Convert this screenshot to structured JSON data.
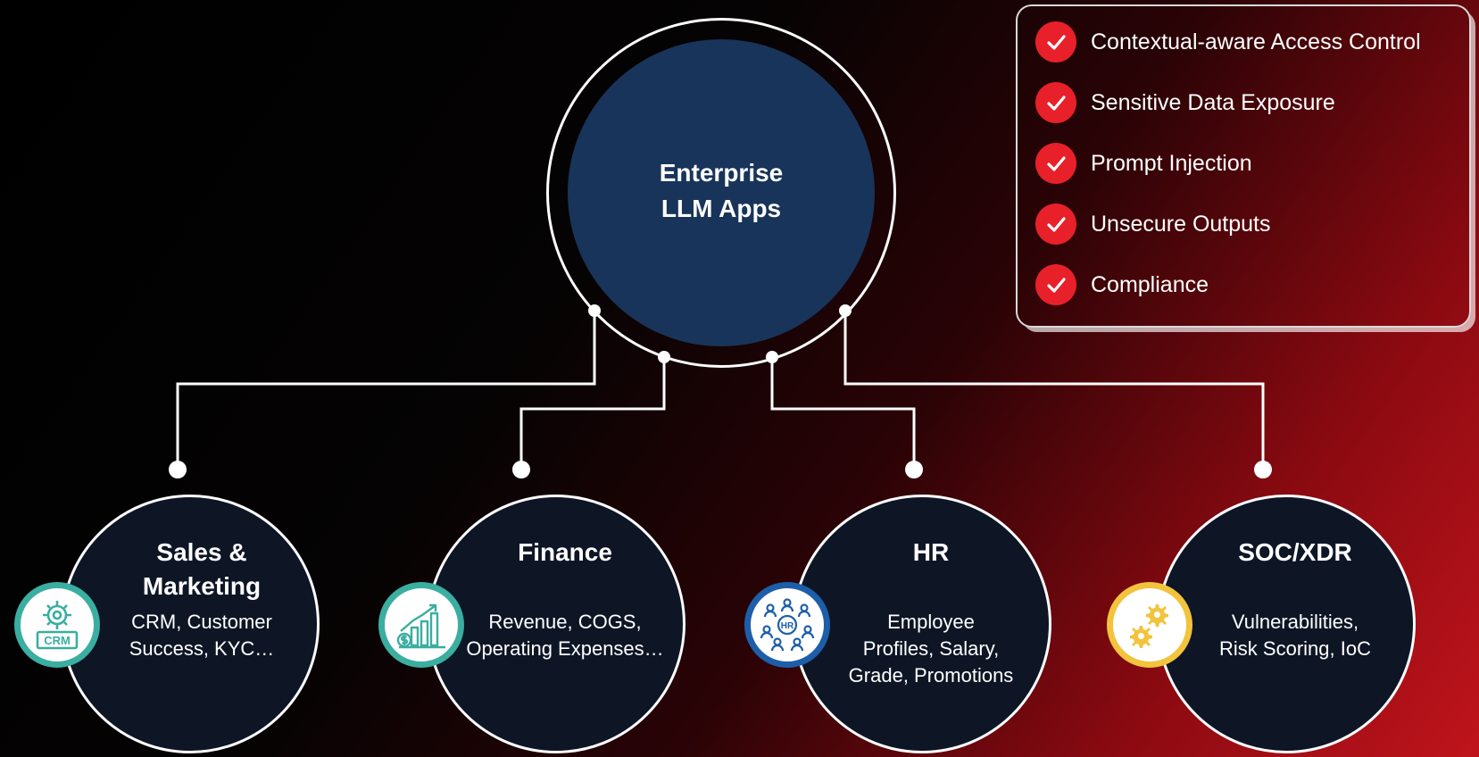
{
  "colors": {
    "hub_fill": "#18345a",
    "node_fill": "#0e1626",
    "check_red": "#e8202a",
    "crm_teal": "#3aaea0",
    "finance_teal": "#3aaea0",
    "hr_blue": "#1d5ea8",
    "soc_yellow": "#f2c33c"
  },
  "hub": {
    "title_line1": "Enterprise",
    "title_line2": "LLM Apps"
  },
  "checklist": {
    "items": [
      {
        "label": "Contextual-aware Access Control",
        "icon": "checkmark-icon"
      },
      {
        "label": "Sensitive Data Exposure",
        "icon": "checkmark-icon"
      },
      {
        "label": "Prompt Injection",
        "icon": "checkmark-icon"
      },
      {
        "label": "Unsecure Outputs",
        "icon": "checkmark-icon"
      },
      {
        "label": "Compliance",
        "icon": "checkmark-icon"
      }
    ]
  },
  "nodes": [
    {
      "title_lines": [
        "Sales &",
        "Marketing"
      ],
      "desc_lines": [
        "CRM, Customer",
        "Success, KYC…"
      ],
      "icon": "crm-gear-icon",
      "icon_text": "CRM"
    },
    {
      "title_lines": [
        "Finance"
      ],
      "desc_lines": [
        "Revenue, COGS,",
        "Operating Expenses…"
      ],
      "icon": "finance-chart-icon"
    },
    {
      "title_lines": [
        "HR"
      ],
      "desc_lines": [
        "Employee",
        "Profiles, Salary,",
        "Grade, Promotions"
      ],
      "icon": "hr-people-icon",
      "icon_text": "HR"
    },
    {
      "title_lines": [
        "SOC/XDR"
      ],
      "desc_lines": [
        "Vulnerabilities,",
        "Risk Scoring, IoC"
      ],
      "icon": "gears-icon"
    }
  ]
}
